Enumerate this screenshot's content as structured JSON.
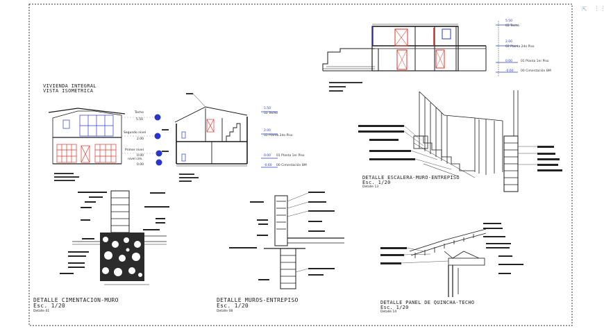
{
  "toolbar": {
    "arrow_icon": "arrow-icon",
    "grid_icon": "grid-icon"
  },
  "titles": {
    "vivienda_1": "VIVIENDA INTEGRAL",
    "vivienda_2": "VISTA ISOMETRICA",
    "cimentacion": "DETALLE CIMENTACION-MURO",
    "cimentacion_scale": "Esc. 1/20",
    "cimentacion_sub": "Detalle 01",
    "muros": "DETALLE MUROS-ENTREPISO",
    "muros_scale": "Esc. 1/20",
    "muros_sub": "Detalle 08",
    "escalera": "DETALLE ESCALERA-MURO-ENTREPISO",
    "escalera_scale": "Esc. 1/20",
    "escalera_sub": "Detalle 13",
    "panel": "DETALLE PANEL DE QUINCHA-TECHO",
    "panel_scale": "Esc. 1/20",
    "panel_sub": "Detalle 14"
  },
  "levels_top": {
    "techo_val": "5.50",
    "techo": "02 Techo",
    "segundo_val": "2.00",
    "segundo": "02 Planta 2do Piso",
    "primero_val": "0.00",
    "primero": "01 Planta 1er Piso",
    "cim_val": "-0.60",
    "cim": "00 Cimentación BM"
  },
  "levels_elev": {
    "techo": "Techo",
    "techo_val": "5.50",
    "segundo": "Segundo nivel",
    "segundo_val": "2.00",
    "primero": "Primer nivel",
    "primero_val": "0.00",
    "cim": "nivel cim.",
    "cim_val": "0.00"
  },
  "levels_section": {
    "techo_val": "5.50",
    "techo": "02 Techo",
    "segundo_val": "2.00",
    "segundo": "02 Planta 2do Piso",
    "primero_val": "0.00",
    "primero": "01 Planta 1er Piso",
    "cim_val": "-0.60",
    "cim": "00 Cimentación BM"
  },
  "colors": {
    "line": "#1a1a1a",
    "red": "#e0302a",
    "blue": "#2a36c9",
    "soil": "#222222"
  }
}
